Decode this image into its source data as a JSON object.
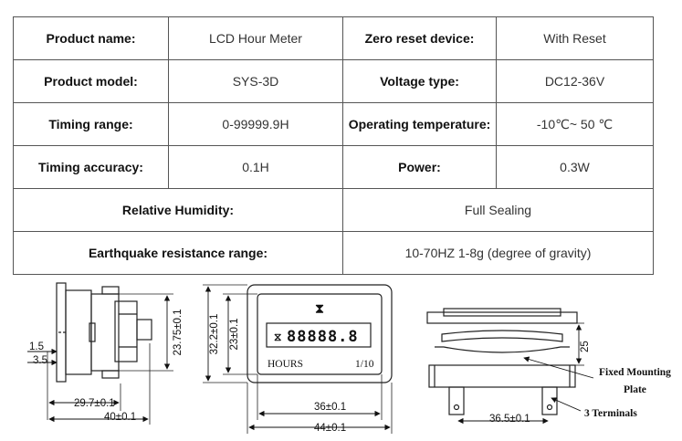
{
  "spec_table": {
    "rows": [
      [
        {
          "label": "Product name:",
          "value": "LCD Hour Meter"
        },
        {
          "label": "Zero reset device:",
          "value": "With Reset"
        }
      ],
      [
        {
          "label": "Product model:",
          "value": "SYS-3D"
        },
        {
          "label": "Voltage type:",
          "value": "DC12-36V"
        }
      ],
      [
        {
          "label": "Timing range:",
          "value": "0-99999.9H"
        },
        {
          "label": "Operating temperature:",
          "value": "-10℃~ 50 ℃"
        }
      ],
      [
        {
          "label": "Timing accuracy:",
          "value": "0.1H"
        },
        {
          "label": "Power:",
          "value": "0.3W"
        }
      ]
    ],
    "wide_rows": [
      {
        "label": "Relative Humidity:",
        "value": "Full Sealing"
      },
      {
        "label": "Earthquake resistance range:",
        "value": "10-70HZ 1-8g (degree of gravity)"
      }
    ]
  },
  "drawings": {
    "side_view": {
      "dim_height": "23.75±0.1",
      "dim_1_5": "1.5",
      "dim_3_5": "3.5",
      "dim_29_7": "29.7±0.1",
      "dim_40": "40±0.1"
    },
    "front_view": {
      "dim_outer_height": "32.2±0.1",
      "dim_inner_height": "23±0.1",
      "display_digits": "88888.8",
      "hourglass_symbol": "⧗",
      "hours_label": "HOURS",
      "ratio_label": "1/10",
      "dim_inner_width": "36±0.1",
      "dim_outer_width": "44±0.1"
    },
    "rear_view": {
      "dim_height": "25",
      "dim_width": "36.5±0.1",
      "note_plate_line1": "Fixed Mounting",
      "note_plate_line2": "Plate",
      "note_terminals": "3 Terminals"
    }
  }
}
